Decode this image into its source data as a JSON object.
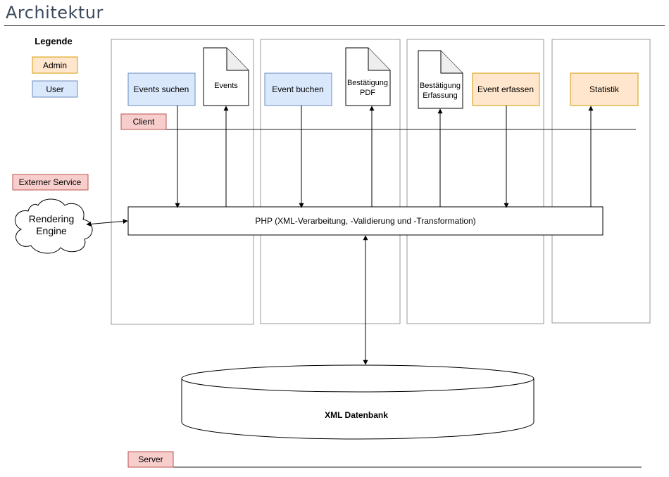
{
  "title": "Architektur",
  "legend": {
    "heading": "Legende",
    "admin": "Admin",
    "user": "User"
  },
  "colors": {
    "user_fill": "#dae8fc",
    "user_stroke": "#6c8ebf",
    "admin_fill": "#ffe6cc",
    "admin_stroke": "#d79b00",
    "tag_fill": "#f8cecc",
    "tag_stroke": "#b85450",
    "column_stroke": "#999999"
  },
  "components": {
    "events_suchen": "Events suchen",
    "events_doc": "Events",
    "event_buchen": "Event buchen",
    "bestaetigung_pdf_line1": "Bestätigung",
    "bestaetigung_pdf_line2": "PDF",
    "bestaetigung_erfassung_line1": "Bestätigung",
    "bestaetigung_erfassung_line2": "Erfassung",
    "event_erfassen": "Event erfassen",
    "statistik": "Statistik"
  },
  "layers": {
    "client": "Client",
    "server": "Server",
    "externer_service": "Externer Service"
  },
  "rendering_engine_line1": "Rendering",
  "rendering_engine_line2": "Engine",
  "php": "PHP (XML-Verarbeitung, -Validierung und -Transformation)",
  "database": "XML Datenbank"
}
